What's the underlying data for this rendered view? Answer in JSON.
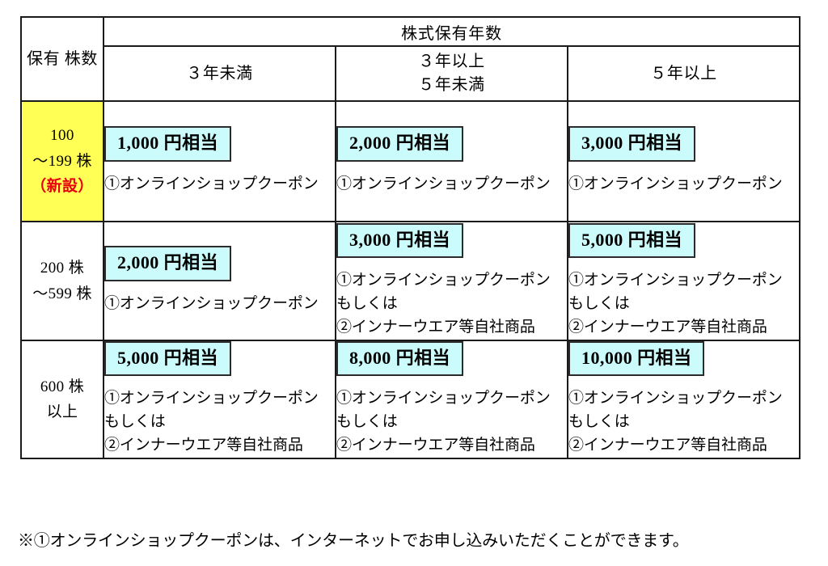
{
  "table": {
    "row_header_label": "保有\n株数",
    "row_header_lines": [
      "保有",
      "株数"
    ],
    "group_header": "株式保有年数",
    "columns": [
      {
        "id": "under-3y",
        "lines": [
          "３年未満"
        ]
      },
      {
        "id": "3y-to-5y",
        "lines": [
          "３年以上",
          "５年未満"
        ]
      },
      {
        "id": "over-5y",
        "lines": [
          "５年以上"
        ]
      }
    ],
    "rows": [
      {
        "id": "100-199",
        "label_lines": [
          "100",
          "～199 株"
        ],
        "label_note": "（新設）",
        "highlight": true,
        "highlight_color": "#ffff55",
        "note_color": "#e8000d",
        "cells": [
          {
            "amount": "1,000 円相当",
            "benefits": [
              "①オンラインショップクーポン"
            ]
          },
          {
            "amount": "2,000 円相当",
            "benefits": [
              "①オンラインショップクーポン"
            ]
          },
          {
            "amount": "3,000 円相当",
            "benefits": [
              "①オンラインショップクーポン"
            ]
          }
        ]
      },
      {
        "id": "200-599",
        "label_lines": [
          "200 株",
          "～599 株"
        ],
        "label_note": "",
        "highlight": false,
        "cells": [
          {
            "amount": "2,000 円相当",
            "benefits": [
              "①オンラインショップクーポン"
            ]
          },
          {
            "amount": "3,000 円相当",
            "benefits": [
              "①オンラインショップクーポン",
              "もしくは",
              "②インナーウエア等自社商品"
            ]
          },
          {
            "amount": "5,000 円相当",
            "benefits": [
              "①オンラインショップクーポン",
              "もしくは",
              "②インナーウエア等自社商品"
            ]
          }
        ]
      },
      {
        "id": "600-plus",
        "label_lines": [
          "600 株",
          "以上"
        ],
        "label_note": "",
        "highlight": false,
        "cells": [
          {
            "amount": "5,000 円相当",
            "benefits": [
              "①オンラインショップクーポン",
              "もしくは",
              "②インナーウエア等自社商品"
            ]
          },
          {
            "amount": "8,000 円相当",
            "benefits": [
              "①オンラインショップクーポン",
              "もしくは",
              "②インナーウエア等自社商品"
            ]
          },
          {
            "amount": "10,000 円相当",
            "benefits": [
              "①オンラインショップクーポン",
              "もしくは",
              "②インナーウエア等自社商品"
            ]
          }
        ]
      }
    ]
  },
  "footnote": "※①オンラインショップクーポンは、インターネットでお申し込みいただくことができます。",
  "colors": {
    "badge_background": "#ccfbfb",
    "badge_border": "#2b2b2b",
    "highlight": "#ffff55",
    "note": "#e8000d",
    "border": "#1a1a1a"
  }
}
